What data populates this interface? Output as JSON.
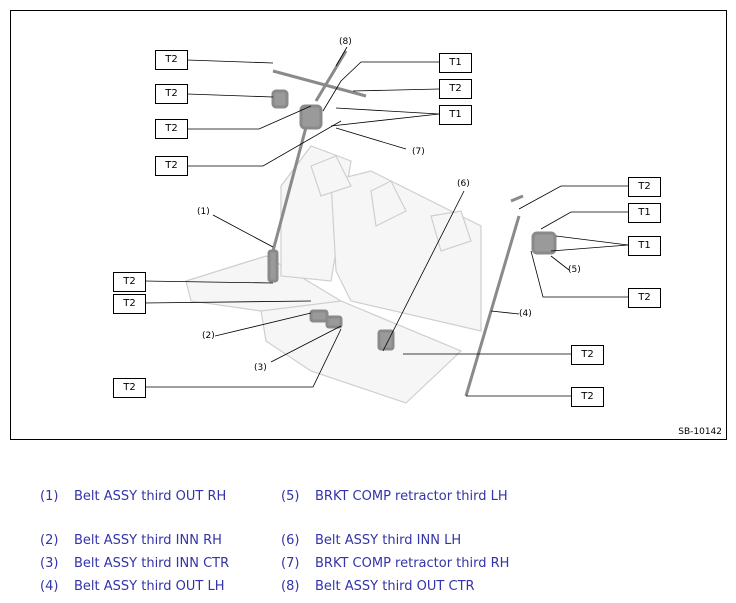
{
  "figure": {
    "code": "SB-10142",
    "torque_boxes": [
      {
        "id": "tl1",
        "label": "T2"
      },
      {
        "id": "tl2",
        "label": "T2"
      },
      {
        "id": "tl3",
        "label": "T2"
      },
      {
        "id": "tl4",
        "label": "T2"
      },
      {
        "id": "tc1",
        "label": "T1"
      },
      {
        "id": "tc2",
        "label": "T2"
      },
      {
        "id": "tc3",
        "label": "T1"
      },
      {
        "id": "ml1",
        "label": "T2"
      },
      {
        "id": "ml2",
        "label": "T2"
      },
      {
        "id": "bl1",
        "label": "T2"
      },
      {
        "id": "r1",
        "label": "T2"
      },
      {
        "id": "r2",
        "label": "T1"
      },
      {
        "id": "r3",
        "label": "T1"
      },
      {
        "id": "r4",
        "label": "T2"
      },
      {
        "id": "br1",
        "label": "T2"
      },
      {
        "id": "br2",
        "label": "T2"
      }
    ],
    "callouts": [
      "(1)",
      "(2)",
      "(3)",
      "(4)",
      "(5)",
      "(6)",
      "(7)",
      "(8)"
    ]
  },
  "legend": [
    {
      "num": "(1)",
      "text": "Belt ASSY third OUT RH"
    },
    {
      "num": "(5)",
      "text": "BRKT COMP retractor third LH"
    },
    {
      "num": "(2)",
      "text": "Belt ASSY third INN RH"
    },
    {
      "num": "(6)",
      "text": "Belt ASSY third INN LH"
    },
    {
      "num": "(3)",
      "text": "Belt ASSY third INN CTR"
    },
    {
      "num": "(7)",
      "text": "BRKT COMP retractor third RH"
    },
    {
      "num": "(4)",
      "text": "Belt ASSY third OUT LH"
    },
    {
      "num": "(8)",
      "text": "Belt ASSY third OUT CTR"
    }
  ],
  "colors": {
    "legend_text": "#3333aa",
    "drawing_stroke": "#c8c8c8",
    "part_gray": "#8a8a8a"
  }
}
